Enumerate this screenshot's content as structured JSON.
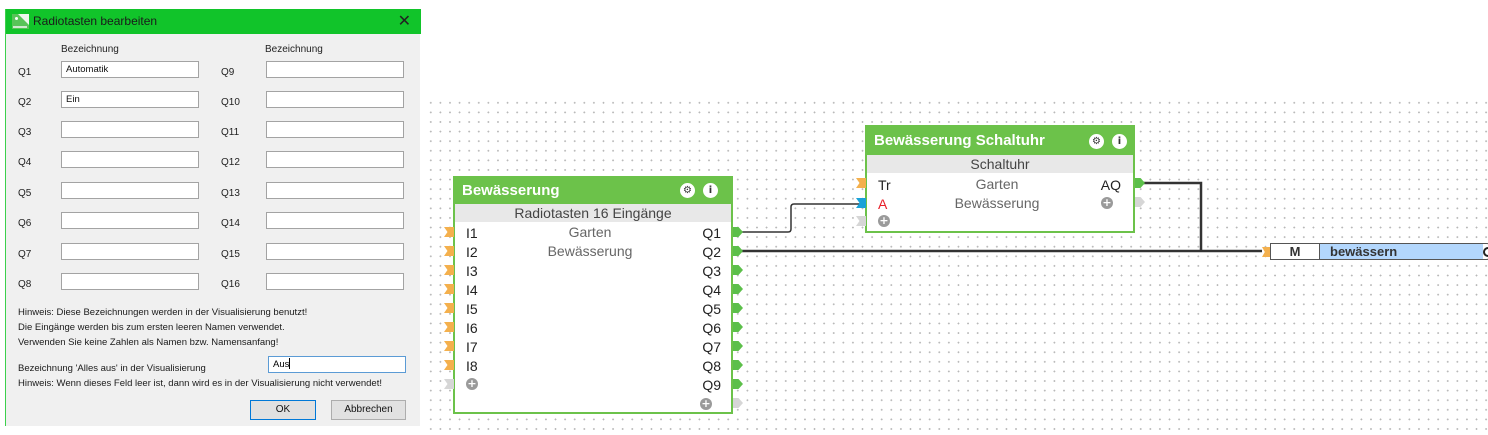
{
  "dialog": {
    "title": "Radiotasten bearbeiten",
    "close_icon": "close-icon",
    "column_header": "Bezeichnung",
    "outputs_left": [
      {
        "label": "Q1",
        "value": "Automatik"
      },
      {
        "label": "Q2",
        "value": "Ein"
      },
      {
        "label": "Q3",
        "value": ""
      },
      {
        "label": "Q4",
        "value": ""
      },
      {
        "label": "Q5",
        "value": ""
      },
      {
        "label": "Q6",
        "value": ""
      },
      {
        "label": "Q7",
        "value": ""
      },
      {
        "label": "Q8",
        "value": ""
      }
    ],
    "outputs_right": [
      {
        "label": "Q9",
        "value": ""
      },
      {
        "label": "Q10",
        "value": ""
      },
      {
        "label": "Q11",
        "value": ""
      },
      {
        "label": "Q12",
        "value": ""
      },
      {
        "label": "Q13",
        "value": ""
      },
      {
        "label": "Q14",
        "value": ""
      },
      {
        "label": "Q15",
        "value": ""
      },
      {
        "label": "Q16",
        "value": ""
      }
    ],
    "hint_lines": [
      "Hinweis: Diese Bezeichnungen werden in der Visualisierung benutzt!",
      "Die Eingänge werden bis zum ersten leeren Namen verwendet.",
      "Verwenden Sie keine Zahlen als Namen bzw. Namensanfang!"
    ],
    "alles_aus_label": "Bezeichnung 'Alles aus' in der Visualisierung",
    "alles_aus_value": "Aus",
    "hint_empty": "Hinweis: Wenn dieses Feld leer ist, dann wird es in der Visualisierung nicht verwendet!",
    "ok_label": "OK",
    "cancel_label": "Abbrechen",
    "title_bar_color": "#11c42a"
  },
  "canvas": {
    "block_radio": {
      "title": "Bewässerung",
      "type": "Radiotasten 16 Eingänge",
      "param1": "Garten",
      "param2": "Bewässerung",
      "inputs": [
        "I1",
        "I2",
        "I3",
        "I4",
        "I5",
        "I6",
        "I7",
        "I8"
      ],
      "outputs": [
        "Q1",
        "Q2",
        "Q3",
        "Q4",
        "Q5",
        "Q6",
        "Q7",
        "Q8",
        "Q9"
      ]
    },
    "block_timer": {
      "title": "Bewässerung Schaltuhr",
      "type": "Schaltuhr",
      "param1": "Garten",
      "param2": "Bewässerung",
      "inputs": [
        "Tr",
        "A"
      ],
      "outputs": [
        "AQ"
      ]
    },
    "marker": {
      "type": "M",
      "name": "bewässern"
    },
    "block_color": "#6cc24a",
    "input_pin_color": "#f4b04d",
    "output_pin_color": "#5cbf4a",
    "marker_color": "#b3d7fd"
  }
}
